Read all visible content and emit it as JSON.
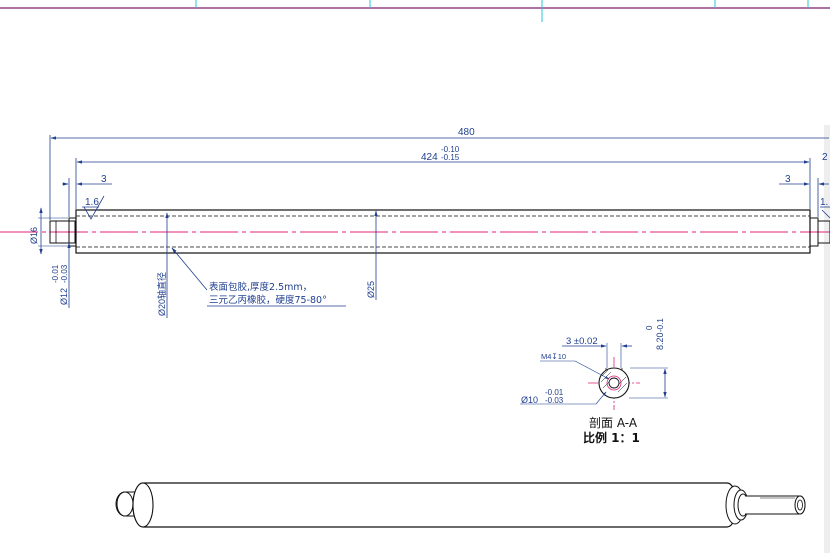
{
  "dimensions": {
    "overall_length": "480",
    "roller_length": "424",
    "roller_length_tol_upper": "-0.10",
    "roller_length_tol_lower": "-0.15",
    "right_top_partial": "2",
    "step_left": "3",
    "step_right": "3",
    "roughness_left": "1.6",
    "roughness_right": "1.",
    "dia_16": "Ø16",
    "dia_12": "Ø12",
    "dia_12_tol_upper": "-0.01",
    "dia_12_tol_lower": "-0.03",
    "dia_20": "Ø20",
    "dia_20_note": "轴直径",
    "dia_25": "Ø25"
  },
  "note": {
    "line1": "表面包胶,厚度2.5mm，",
    "line2": "三元乙丙橡胶，硬度75-80°"
  },
  "section": {
    "key_width": "3 ±0.02",
    "thread": "M4",
    "thread_depth": "10",
    "depth_tol_upper": "0",
    "depth_tol_lower": "-0.1",
    "depth_value": "8.20",
    "dia": "Ø10",
    "dia_tol_upper": "-0.01",
    "dia_tol_lower": "-0.03",
    "title": "剖面 A-A",
    "scale": "比例 1：1"
  },
  "colors": {
    "dimension_line": "#1f3f8f",
    "center_line": "#e0207a",
    "outline": "#111111",
    "frame_line": "#7a1f6e",
    "frame_tick": "#29c7d6"
  }
}
